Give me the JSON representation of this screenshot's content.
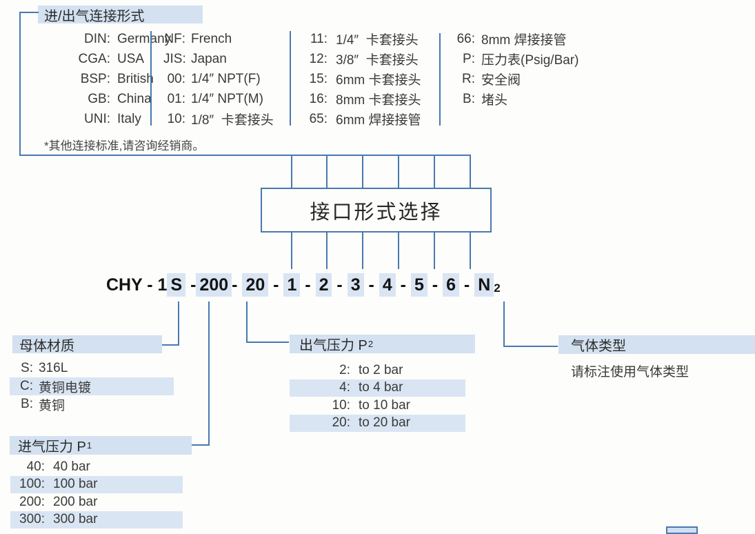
{
  "colors": {
    "accent_line": "#4878b0",
    "highlight": "#d9e5f3",
    "header_bg": "#d3e1f0"
  },
  "connection_form": {
    "title": "进/出气连接形式",
    "footnote": "*其他连接标准,请咨询经销商。",
    "columns": [
      {
        "items": [
          {
            "code": "DIN:",
            "desc": "Germany"
          },
          {
            "code": "CGA:",
            "desc": "USA"
          },
          {
            "code": "BSP:",
            "desc": "British"
          },
          {
            "code": "GB:",
            "desc": "China"
          },
          {
            "code": "UNI:",
            "desc": "Italy"
          }
        ]
      },
      {
        "items": [
          {
            "code": "NF:",
            "desc": "French"
          },
          {
            "code": "JIS:",
            "desc": "Japan"
          },
          {
            "code": "00:",
            "desc": "1/4″ NPT(F)"
          },
          {
            "code": "01:",
            "desc": "1/4″ NPT(M)"
          },
          {
            "code": "10:",
            "desc": "1/8″  卡套接头"
          }
        ]
      },
      {
        "items": [
          {
            "code": "11:",
            "desc": "1/4″  卡套接头"
          },
          {
            "code": "12:",
            "desc": "3/8″  卡套接头"
          },
          {
            "code": "15:",
            "desc": "6mm 卡套接头"
          },
          {
            "code": "16:",
            "desc": "8mm 卡套接头"
          },
          {
            "code": "65:",
            "desc": "6mm 焊接接管"
          }
        ]
      },
      {
        "items": [
          {
            "code": "66:",
            "desc": "8mm 焊接接管"
          },
          {
            "code": "P:",
            "desc": "压力表(Psig/Bar)"
          },
          {
            "code": "R:",
            "desc": "安全阀"
          },
          {
            "code": "B:",
            "desc": "堵头"
          }
        ]
      }
    ]
  },
  "selector_box": {
    "label": "接口形式选择"
  },
  "model_code": {
    "segments": [
      {
        "text": "CHY - 1",
        "chip": false
      },
      {
        "text": "S",
        "chip": true
      },
      {
        "text": " -",
        "chip": false
      },
      {
        "text": "200",
        "chip": true
      },
      {
        "text": "- ",
        "chip": false
      },
      {
        "text": "20",
        "chip": true
      },
      {
        "text": " - ",
        "chip": false
      },
      {
        "text": "1",
        "chip": true
      },
      {
        "text": " - ",
        "chip": false
      },
      {
        "text": "2",
        "chip": true
      },
      {
        "text": " - ",
        "chip": false
      },
      {
        "text": "3",
        "chip": true
      },
      {
        "text": " - ",
        "chip": false
      },
      {
        "text": "4",
        "chip": true
      },
      {
        "text": " - ",
        "chip": false
      },
      {
        "text": "5",
        "chip": true
      },
      {
        "text": " - ",
        "chip": false
      },
      {
        "text": "6",
        "chip": true
      },
      {
        "text": " - ",
        "chip": false
      },
      {
        "text": "N",
        "chip": true
      },
      {
        "text": "2",
        "chip": false,
        "sub": true
      }
    ]
  },
  "body_material": {
    "title": "母体材质",
    "items": [
      {
        "code": "S:",
        "desc": "316L",
        "highlight": false
      },
      {
        "code": "C:",
        "desc": "黄铜电镀",
        "highlight": true
      },
      {
        "code": "B:",
        "desc": "黄铜",
        "highlight": false
      }
    ]
  },
  "inlet_pressure": {
    "title": "进气压力 P",
    "title_sub": "1",
    "items": [
      {
        "code": "40:",
        "desc": "40 bar",
        "highlight": false
      },
      {
        "code": "100:",
        "desc": "100 bar",
        "highlight": true
      },
      {
        "code": "200:",
        "desc": "200 bar",
        "highlight": false
      },
      {
        "code": "300:",
        "desc": "300 bar",
        "highlight": true
      }
    ]
  },
  "outlet_pressure": {
    "title": "出气压力 P",
    "title_sub": "2",
    "items": [
      {
        "code": "2:",
        "desc": "to 2 bar",
        "highlight": false
      },
      {
        "code": "4:",
        "desc": "to 4 bar",
        "highlight": true
      },
      {
        "code": "10:",
        "desc": "to 10 bar",
        "highlight": false
      },
      {
        "code": "20:",
        "desc": "to 20 bar",
        "highlight": true
      }
    ]
  },
  "gas_type": {
    "title": "气体类型",
    "note": "请标注使用气体类型"
  }
}
